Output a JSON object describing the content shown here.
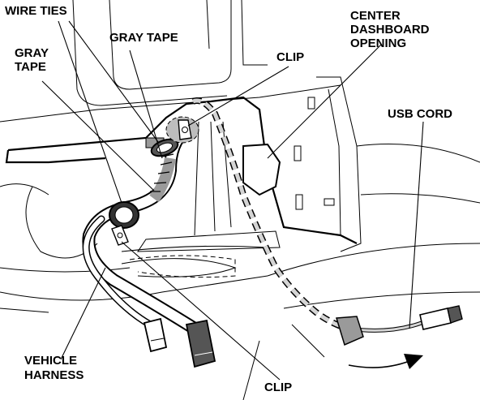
{
  "labels": {
    "wire_ties": "WIRE TIES",
    "gray_tape_top": "GRAY TAPE",
    "gray_tape_left_1": "GRAY",
    "gray_tape_left_2": "TAPE",
    "clip_top": "CLIP",
    "center_1": "CENTER",
    "center_2": "DASHBOARD",
    "center_3": "OPENING",
    "usb_cord": "USB CORD",
    "vehicle_1": "VEHICLE",
    "vehicle_2": "HARNESS",
    "clip_bottom": "CLIP"
  },
  "colors": {
    "line": "#000000",
    "background": "#ffffff",
    "gray_tape": "#9a9a9a",
    "usb_cord_fill": "#d4d4d4"
  }
}
